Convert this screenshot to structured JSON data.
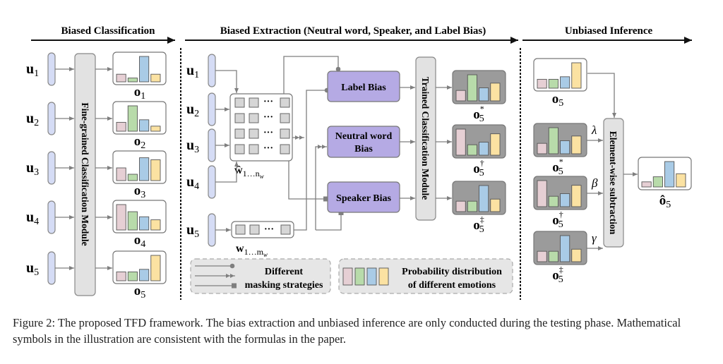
{
  "sections": [
    {
      "title": "Biased Classification"
    },
    {
      "title": "Biased Extraction (Neutral word, Speaker, and Label Bias)"
    },
    {
      "title": "Unbiased Inference"
    }
  ],
  "colors": {
    "emotion_1": "#e6cfd4",
    "emotion_2": "#b8dbaa",
    "emotion_3": "#a9cbe6",
    "emotion_4": "#fbe2a2",
    "utterance": "#d5dcf5",
    "bias_module": "#b5aae4",
    "module_gray": "#e2e2e2",
    "dark_panel": "#9b9b9b",
    "wire": "#7f7f7f"
  },
  "utterances": [
    {
      "label": "u",
      "sub": "1"
    },
    {
      "label": "u",
      "sub": "2"
    },
    {
      "label": "u",
      "sub": "3"
    },
    {
      "label": "u",
      "sub": "4"
    },
    {
      "label": "u",
      "sub": "5"
    }
  ],
  "classification_module": {
    "label": "Fine-grained Classification Module"
  },
  "biased_outputs": [
    {
      "label": "o",
      "sub": "1",
      "probs": [
        0.3,
        0.15,
        1.0,
        0.3
      ]
    },
    {
      "label": "o",
      "sub": "2",
      "probs": [
        0.35,
        1.0,
        0.45,
        0.2
      ]
    },
    {
      "label": "o",
      "sub": "3",
      "probs": [
        0.5,
        0.25,
        0.9,
        0.82
      ]
    },
    {
      "label": "o",
      "sub": "4",
      "probs": [
        1.0,
        0.72,
        0.52,
        0.4
      ]
    },
    {
      "label": "o",
      "sub": "5",
      "probs": [
        0.35,
        0.35,
        0.45,
        1.0
      ]
    }
  ],
  "extraction": {
    "inputs": [
      {
        "label": "u",
        "sub": "1"
      },
      {
        "label": "u",
        "sub": "2"
      },
      {
        "label": "u",
        "sub": "3"
      },
      {
        "label": "u",
        "sub": "4"
      },
      {
        "label": "u",
        "sub": "5"
      }
    ],
    "context_matrix_label": "ŵ",
    "context_matrix_sub": "1…n",
    "context_matrix_subsub": "w",
    "target_words_label": "w",
    "target_words_sub": "1…m",
    "target_words_subsub": "w",
    "ellipsis": "···",
    "bias_modules": [
      {
        "label": "Label Bias"
      },
      {
        "label": "Neutral word",
        "label2": "Bias"
      },
      {
        "label": "Speaker Bias"
      }
    ],
    "trained_module": {
      "label": "Trained Classification Module"
    },
    "bias_outputs": [
      {
        "label": "o",
        "sub": "5",
        "sup": "*",
        "probs": [
          0.4,
          1.0,
          0.5,
          0.68
        ]
      },
      {
        "label": "o",
        "sub": "5",
        "sup": "†",
        "probs": [
          1.0,
          0.4,
          0.5,
          0.82
        ]
      },
      {
        "label": "o",
        "sub": "5",
        "sup": "‡",
        "probs": [
          0.4,
          0.4,
          1.0,
          0.48
        ]
      }
    ]
  },
  "legend": {
    "masking_label_1": "Different",
    "masking_label_2": "masking strategies",
    "prob_label_1": "Probability distribution",
    "prob_label_2": "of different emotions"
  },
  "inference": {
    "input": {
      "label": "o",
      "sub": "5",
      "probs": [
        0.35,
        0.35,
        0.45,
        1.0
      ]
    },
    "weighted": [
      {
        "label": "o",
        "sub": "5",
        "sup": "*",
        "weight": "λ",
        "probs": [
          0.4,
          1.0,
          0.5,
          0.68
        ]
      },
      {
        "label": "o",
        "sub": "5",
        "sup": "†",
        "weight": "β",
        "probs": [
          1.0,
          0.4,
          0.5,
          0.82
        ]
      },
      {
        "label": "o",
        "sub": "5",
        "sup": "‡",
        "weight": "γ",
        "probs": [
          0.4,
          0.4,
          1.0,
          0.48
        ]
      }
    ],
    "subtraction_module": {
      "label": "Element-wise subtraction"
    },
    "output": {
      "label": "ô",
      "sub": "5",
      "probs": [
        0.2,
        0.4,
        1.0,
        0.52
      ]
    }
  },
  "caption": "Figure 2: The proposed TFD framework. The bias extraction and unbiased inference are only conducted during the testing phase. Mathematical symbols in the illustration are consistent with the formulas in the paper."
}
